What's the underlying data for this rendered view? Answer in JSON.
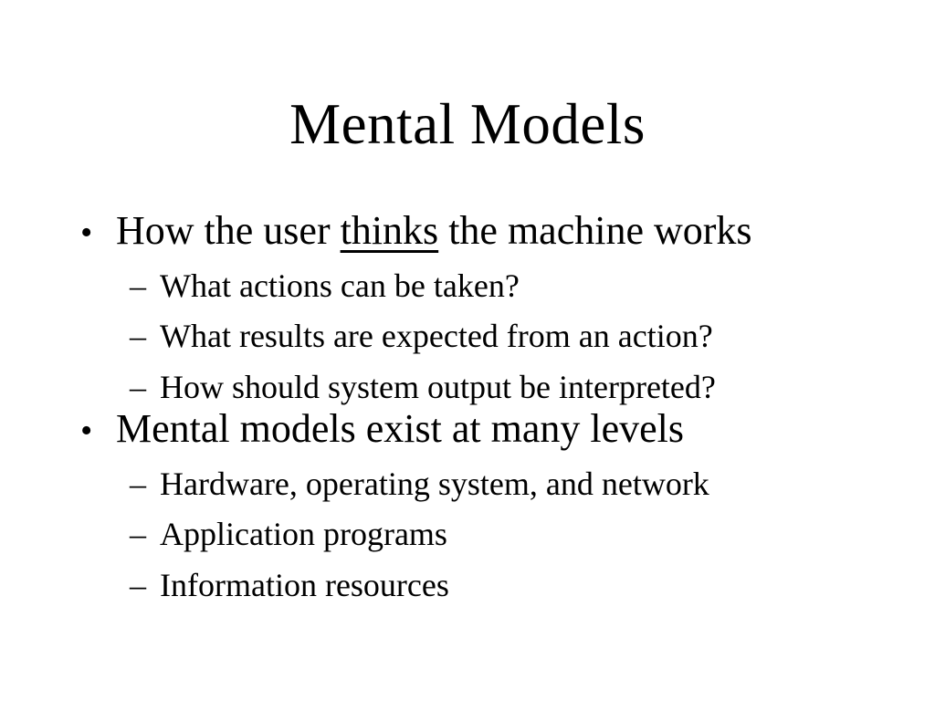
{
  "slide": {
    "title": "Mental Models",
    "glyphs": {
      "bullet": "•",
      "dash": "–"
    },
    "colors": {
      "background": "#ffffff",
      "text": "#000000"
    },
    "bullets": [
      {
        "parts": {
          "before": "How the user ",
          "underlined": "thinks",
          "after": " the machine works"
        },
        "sub": [
          "What actions can be taken?",
          "What results are expected from an action?",
          "How should system output be interpreted?"
        ]
      },
      {
        "text": "Mental models exist at many levels",
        "sub": [
          "Hardware, operating system, and network",
          "Application programs",
          "Information resources"
        ]
      }
    ]
  }
}
